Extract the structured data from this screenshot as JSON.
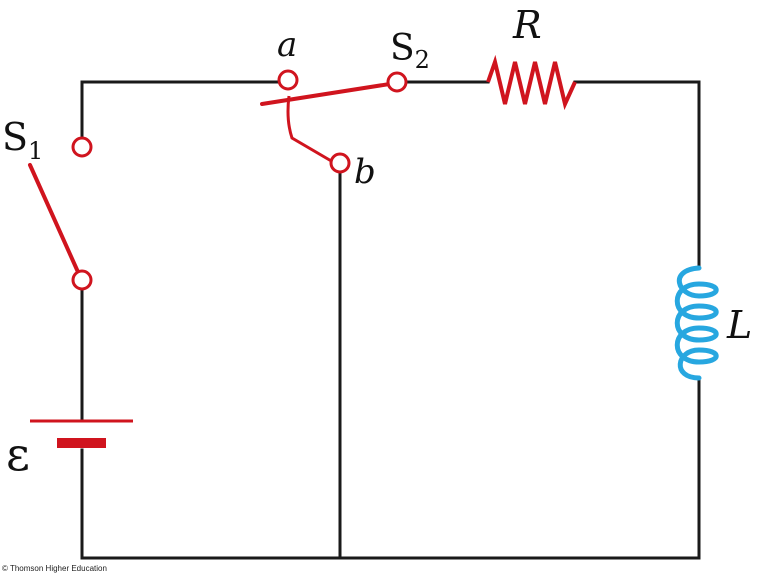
{
  "labels": {
    "s1": "S",
    "s1_sub": "1",
    "s2": "S",
    "s2_sub": "2",
    "a": "a",
    "b": "b",
    "r": "R",
    "l": "L",
    "emf": "ε"
  },
  "copyright": "© Thomson Higher Education",
  "colors": {
    "wire": "#1a1a1a",
    "switch": "#d0141e",
    "resistor": "#d0141e",
    "battery": "#d0141e",
    "inductor": "#27a7e0"
  }
}
